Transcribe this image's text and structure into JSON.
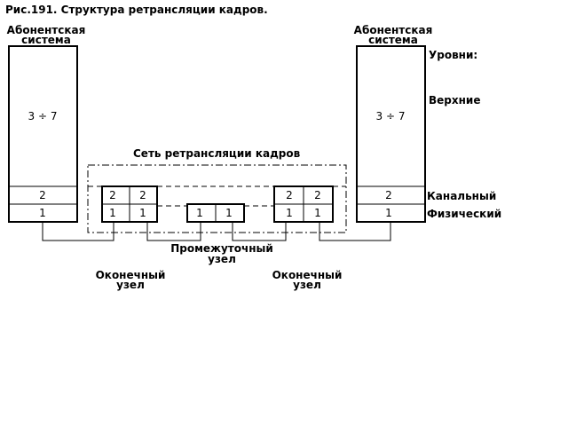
{
  "figure_title": "Рис.191.  Структура ретрансляции кадров.",
  "left_system": {
    "label_line1": "Абонентская",
    "label_line2": "система",
    "upper": "3 ÷ 7",
    "link": "2",
    "phys": "1"
  },
  "right_system": {
    "label_line1": "Абонентская",
    "label_line2": "система",
    "upper": "3 ÷ 7",
    "link": "2",
    "phys": "1"
  },
  "network_label": "Сеть ретрансляции кадров",
  "levels": {
    "heading": "Уровни:",
    "upper": "Верхние",
    "link": "Канальный",
    "phys": "Физический"
  },
  "left_end_node": {
    "cells": [
      "2",
      "2",
      "1",
      "1"
    ],
    "label_line1": "Оконечный",
    "label_line2": "узел"
  },
  "right_end_node": {
    "cells": [
      "2",
      "2",
      "1",
      "1"
    ],
    "label_line1": "Оконечный",
    "label_line2": "узел"
  },
  "intermediate_node": {
    "cells": [
      "1",
      "1"
    ],
    "label_line1": "Промежуточный",
    "label_line2": "узел"
  }
}
